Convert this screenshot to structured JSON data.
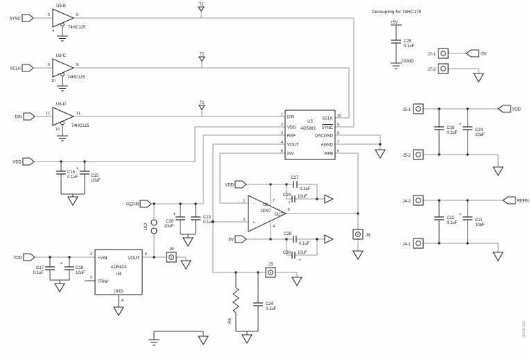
{
  "note": {
    "decoupling_title": "Decoupling for 74HC175"
  },
  "doc_number": "05639-006",
  "nets": {
    "sync": "SYNC",
    "sclk": "SCLK",
    "din": "DIN",
    "vdd": "VDD",
    "refin": "REFIN",
    "neg5": "-5V",
    "pos5": "+5V",
    "dgnd": "DGND"
  },
  "testpoints": {
    "t1": "T1",
    "t2": "T2",
    "t3": "T3"
  },
  "buffers": {
    "b": {
      "ref": "U6-B",
      "part": "74HC125",
      "pin_in": "5",
      "pin_out": "6",
      "pin_en": "4"
    },
    "c": {
      "ref": "U6-C",
      "part": "74HC125",
      "pin_in": "9",
      "pin_out": "8",
      "pin_en": "10"
    },
    "d": {
      "ref": "U6-D",
      "part": "74HC125",
      "pin_in": "12",
      "pin_out": "11",
      "pin_en": "13"
    }
  },
  "dac": {
    "ref": "U5",
    "part": "AD5063",
    "pins": {
      "din": {
        "num": "1",
        "label": "DIN"
      },
      "vdd": {
        "num": "2",
        "label": "VDD"
      },
      "ref": {
        "num": "3",
        "label": "REF"
      },
      "vout": {
        "num": "4",
        "label": "VOUT"
      },
      "inv": {
        "num": "5",
        "label": "INV"
      },
      "sclk": {
        "num": "10",
        "label": "SCLK"
      },
      "sync": {
        "num": "9",
        "label": "SYNC"
      },
      "dacgnd": {
        "num": "8",
        "label": "DACGND"
      },
      "agnd": {
        "num": "7",
        "label": "AGND"
      },
      "rfb": {
        "num": "6",
        "label": "RFB"
      }
    }
  },
  "opamp": {
    "ref": "U8",
    "part": "OP97",
    "out_label": "OUT",
    "minus": "-",
    "plus": "+",
    "pins": {
      "inv": "2",
      "noninv": "3",
      "vplus": "7",
      "vminus": "4",
      "out": "6"
    }
  },
  "vref": {
    "ref": "U4",
    "part": "ADR423",
    "pins": {
      "vin": {
        "num": "2",
        "label": "+VIN"
      },
      "vout": {
        "num": "6",
        "label": "VOUT"
      },
      "trim": {
        "num": "5",
        "label": "TRIM"
      },
      "gnd": {
        "num": "4",
        "label": "GND"
      }
    }
  },
  "capacitors": {
    "c15": {
      "ref": "C15",
      "value": "10uF"
    },
    "c16": {
      "ref": "C16",
      "value": "0.1uF"
    },
    "c17": {
      "ref": "C17",
      "value": "0.1uF"
    },
    "c18": {
      "ref": "C18",
      "value": "10uF"
    },
    "c19": {
      "ref": "C19",
      "value": "0.1uF"
    },
    "c20": {
      "ref": "C20",
      "value": "10uF"
    },
    "c21": {
      "ref": "C21",
      "value": "10uF"
    },
    "c22": {
      "ref": "C22",
      "value": "0.1uF"
    },
    "c23": {
      "ref": "C23",
      "value": "0.1uF"
    },
    "c24": {
      "ref": "C24",
      "value": "0.1uF"
    },
    "c25": {
      "ref": "C25",
      "value": "0.1uF"
    },
    "c26": {
      "ref": "C26",
      "value": "10uF"
    },
    "c27": {
      "ref": "C27",
      "value": "0.1uF"
    },
    "c28": {
      "ref": "C28",
      "value": "0.1uF"
    },
    "c29": {
      "ref": "C29",
      "value": "10uF"
    },
    "c30": {
      "ref": "C30",
      "value": "10uF"
    }
  },
  "polarity": "+",
  "resistors": {
    "r6": {
      "ref": "R6"
    }
  },
  "links": {
    "lk2": {
      "ref": "LK2"
    }
  },
  "connectors": {
    "j3": "J3",
    "j6": "J6",
    "j9": "J9",
    "j7_1": "J7-1",
    "j7_2": "J7-2",
    "j5_1": "J5-1",
    "j5_2": "J5-2",
    "j4_1": "J4-1",
    "j4_2": "J4-2"
  }
}
